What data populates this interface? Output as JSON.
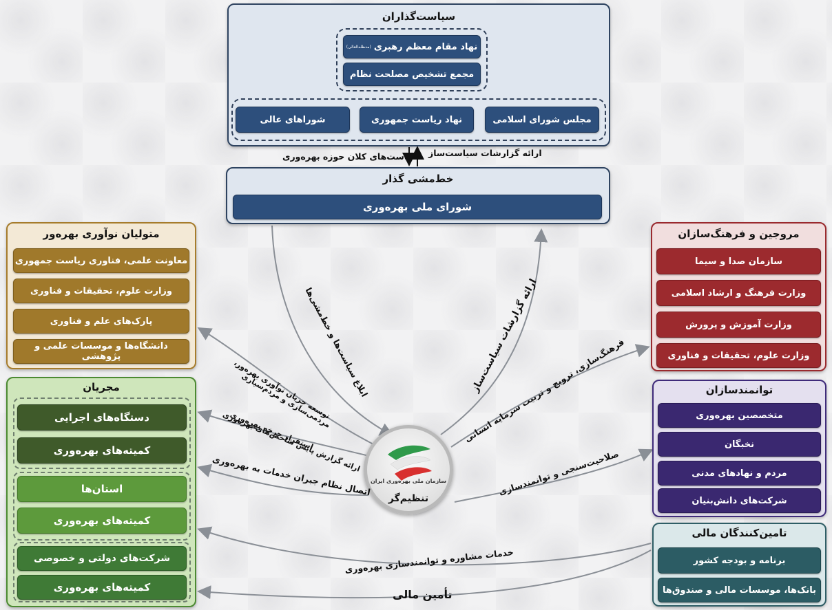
{
  "policy": {
    "title": "سیاست‌گذاران",
    "leader": "نهاد مقام معظم رهبری",
    "leader_note": "(مدظله‌العالی)",
    "expediency": "مجمع تشخیص مصلحت نظام",
    "parliament": "مجلس شورای اسلامی",
    "presidency": "نهاد ریاست جمهوری",
    "councils": "شوراهای عالی"
  },
  "between": {
    "up": "ارائه گزارشات سیاست‌ساز",
    "down": "سیاست‌های کلان حوزه بهره‌وری"
  },
  "planner": {
    "title": "خط‌مشی گذار",
    "council": "شورای ملی بهره‌وری"
  },
  "innovation": {
    "title": "متولیان نوآوری بهره‌ور",
    "items": [
      "معاونت علمی، فناوری ریاست جمهوری",
      "وزارت علوم، تحقیقات و فناوری",
      "پارک‌های علم و فناوری",
      "دانشگاه‌ها و موسسات علمی و پژوهشی"
    ]
  },
  "promoters": {
    "title": "مروجین و فرهنگ‌سازان",
    "items": [
      "سازمان صدا و سیما",
      "وزارت فرهنگ و ارشاد اسلامی",
      "وزارت آموزش و پرورش",
      "وزارت علوم، تحقیقات و فناوری"
    ]
  },
  "enablers": {
    "title": "توانمندسازان",
    "items": [
      "متخصصین بهره‌وری",
      "نخبگان",
      "مردم و نهادهای مدنی",
      "شرکت‌های دانش‌بنیان"
    ]
  },
  "funders": {
    "title": "تامین‌کنندگان مالی",
    "items": [
      "برنامه و بودجه کشور",
      "بانک‌ها، موسسات مالی و صندوق‌ها"
    ]
  },
  "implementers": {
    "title": "مجریان",
    "items": [
      "دستگاه‌های اجرایی",
      "کمیته‌های بهره‌وری",
      "استان‌ها",
      "کمیته‌های بهره‌وری",
      "شرکت‌های دولتی و خصوصی",
      "کمیته‌های بهره‌وری"
    ]
  },
  "regulator": {
    "label": "تنظیم‌گر",
    "org_name": "سازمان ملی بهره‌وری ایران"
  },
  "flows": {
    "policy_comm": "ابلاغ سیاست‌ها و خط‌مشی‌ها",
    "policy_reports": "ارائه گزارشات سیاست‌ساز",
    "innovation_1": "توسعه جریان نوآوری بهره‌ور،",
    "innovation_2": "مردمی‌سازی و مردم‌سپاری",
    "cycle_1": "استقرار چرخه بهره‌وری",
    "cycle_2": "ارائه گزارش پایش شاخص‌های بهره‌وری",
    "compensation": "اتصال نظام جبران خدمات به بهره‌وری",
    "culture": "فرهنگ‌سازی، ترویج و تربیت سرمایه انسانی",
    "competency": "صلاحیت‌سنجی و توانمندسازی",
    "consulting": "خدمات مشاوره و توانمندسازی بهره‌وری",
    "financing": "تأمین مالی"
  },
  "colors": {
    "policy": "#2d4f7c",
    "innovation": "#a0792b",
    "promoters": "#9c2a2e",
    "enablers": "#3a2870",
    "funders": "#2c5c64",
    "implementers": "#4c8a32"
  }
}
